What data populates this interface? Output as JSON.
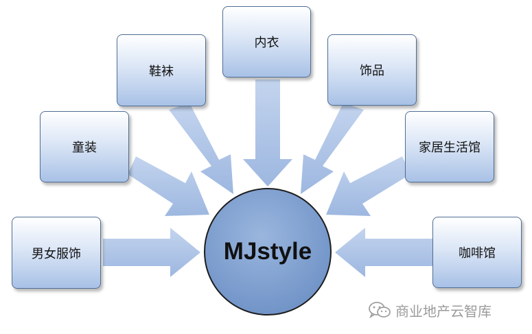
{
  "hub": {
    "label": "MJstyle"
  },
  "categories": {
    "clothing": "男女服饰",
    "kidswear": "童装",
    "shoes_socks": "鞋袜",
    "underwear": "内衣",
    "accessories": "饰品",
    "home_living": "家居生活馆",
    "cafe": "咖啡馆"
  },
  "watermark": {
    "text": "商业地产云智库",
    "icon": "wechat-icon"
  },
  "colors": {
    "box_border": "#4f6d94",
    "arrow_fill": "#a9c0e4",
    "hub_fill": "#7d9dcc",
    "hub_border": "#1c1c1c"
  }
}
